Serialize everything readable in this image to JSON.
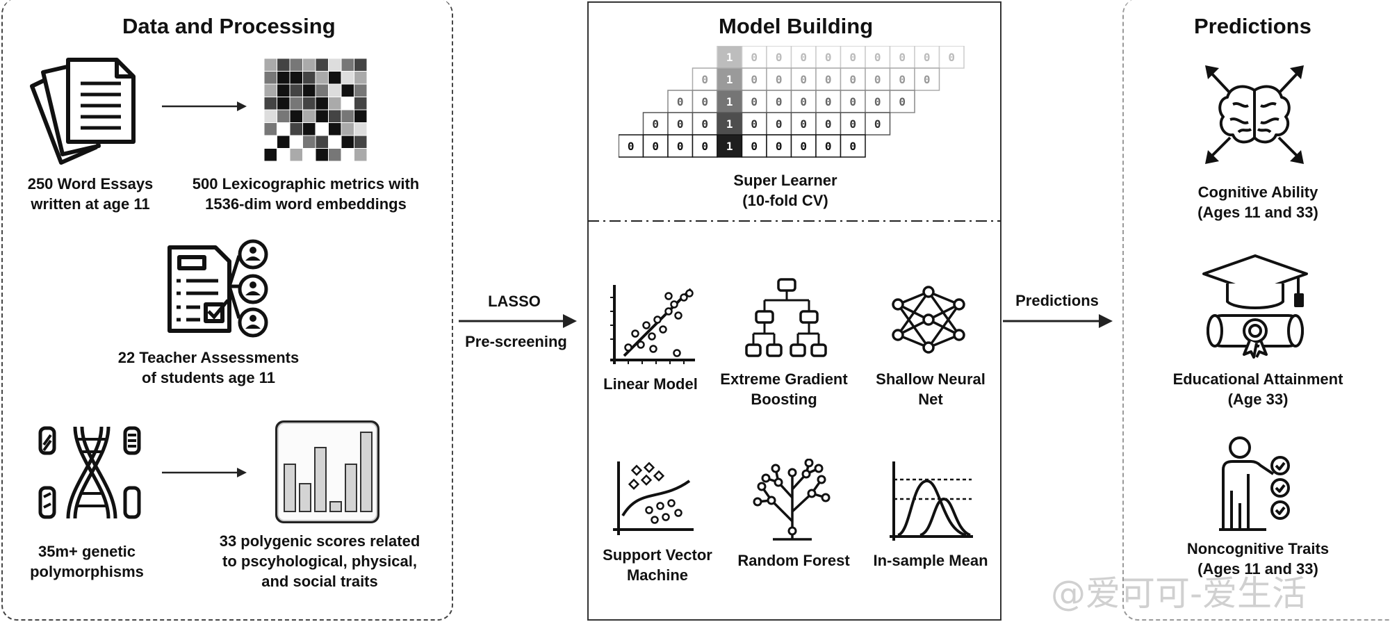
{
  "left": {
    "title": "Data and Processing",
    "essays_label": "250 Word Essays\nwritten at age 11",
    "lexico_label": "500 Lexicographic metrics with\n1536-dim word embeddings",
    "teacher_label": "22 Teacher Assessments\nof students age 11",
    "genetic_label": "35m+ genetic\npolymorphisms",
    "polygenic_label": "33 polygenic scores related\nto pscyhological, physical,\nand social traits"
  },
  "connector_lasso": {
    "top": "LASSO",
    "bottom": "Pre-screening"
  },
  "middle": {
    "title": "Model Building",
    "super_learner_label": "Super Learner\n(10-fold CV)",
    "matrix_rows": [
      [
        "1",
        "0",
        "0",
        "0",
        "0",
        "0",
        "0",
        "0",
        "0",
        "0"
      ],
      [
        "0",
        "1",
        "0",
        "0",
        "0",
        "0",
        "0",
        "0",
        "0",
        "0"
      ],
      [
        "0",
        "0",
        "1",
        "0",
        "0",
        "0",
        "0",
        "0",
        "0",
        "0"
      ],
      [
        "0",
        "0",
        "0",
        "1",
        "0",
        "0",
        "0",
        "0",
        "0",
        "0"
      ],
      [
        "0",
        "0",
        "0",
        "0",
        "1",
        "0",
        "0",
        "0",
        "0",
        "0"
      ]
    ],
    "models": [
      {
        "label": "Linear Model",
        "icon": "scatter-plot-icon"
      },
      {
        "label": "Extreme Gradient\nBoosting",
        "icon": "tree-hierarchy-icon"
      },
      {
        "label": "Shallow Neural\nNet",
        "icon": "neural-network-icon"
      },
      {
        "label": "Support Vector\nMachine",
        "icon": "svm-plot-icon"
      },
      {
        "label": "Random Forest",
        "icon": "forest-tree-icon"
      },
      {
        "label": "In-sample Mean",
        "icon": "distribution-curve-icon"
      }
    ]
  },
  "connector_predictions": {
    "top": "Predictions"
  },
  "right": {
    "title": "Predictions",
    "cognitive_label": "Cognitive Ability\n(Ages 11 and 33)",
    "education_label": "Educational Attainment\n(Age 33)",
    "noncog_label": "Noncognitive Traits\n(Ages 11 and 33)"
  },
  "watermark": "@爱可可-爱生活"
}
